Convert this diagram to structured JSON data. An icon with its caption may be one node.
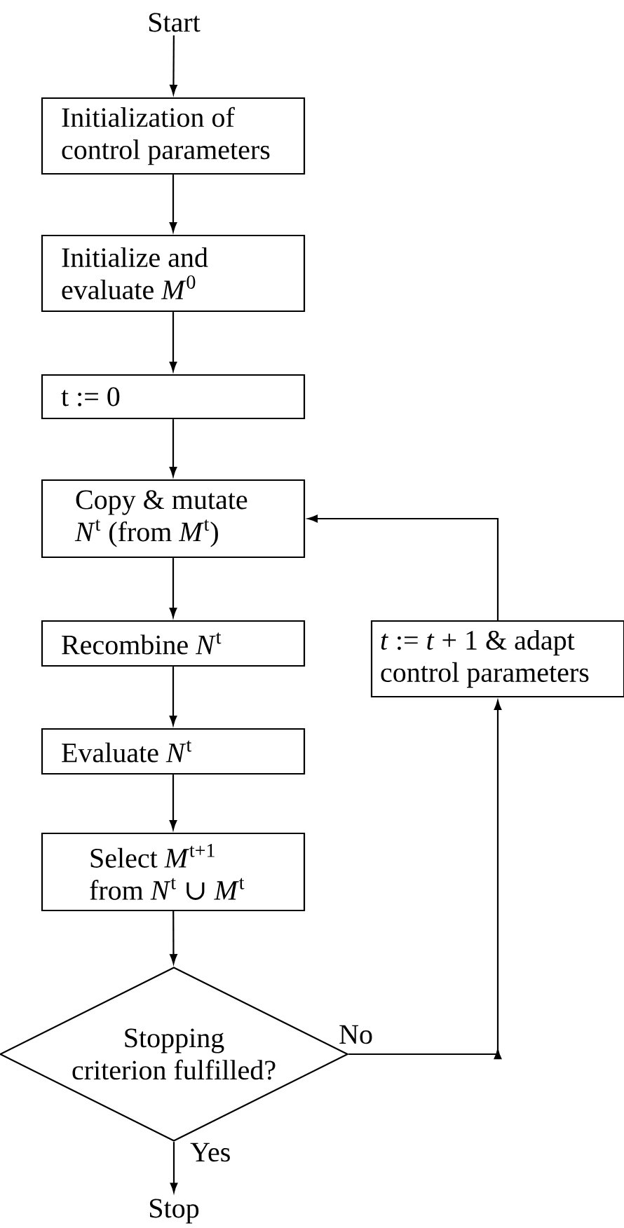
{
  "diagram": {
    "nodes": [
      {
        "text": [
          "Start"
        ]
      },
      {
        "text": [
          "Initialization of control parameters"
        ]
      },
      {
        "text": [
          "Initialize and evaluate *M*$^{0}$"
        ]
      },
      {
        "text": [
          "t := 0"
        ]
      },
      {
        "text": [
          "Copy & mutate *N*$^{t}$ (from *M*$^{t}$)"
        ]
      },
      {
        "text": [
          "Recombine *N*$^{t}$"
        ]
      },
      {
        "text": [
          "*t* := *t* + 1 & adapt control parameters"
        ]
      },
      {
        "text": [
          "Evaluate *N*$^{t}$"
        ]
      },
      {
        "text": [
          "Select *M*$^{t+1}$ from *N*$^{t}$ ∪ *M*$^{t}$"
        ]
      },
      {
        "text": [
          "Stopping criterion fulfilled?"
        ]
      },
      {
        "text": [
          "Stop"
        ]
      }
    ],
    "edges": [
      {
        "from": 0,
        "to": 1,
        "arrow": "to"
      },
      {
        "from": 1,
        "to": 2,
        "arrow": "to"
      },
      {
        "from": 2,
        "to": 3,
        "arrow": "to"
      },
      {
        "from": 3,
        "to": 4,
        "arrow": "to"
      },
      {
        "from": 4,
        "to": 5,
        "arrow": "to"
      },
      {
        "from": 5,
        "to": 7,
        "arrow": "to"
      },
      {
        "from": 7,
        "to": 8,
        "arrow": "to"
      },
      {
        "from": 8,
        "to": 9,
        "arrow": "to"
      },
      {
        "from": 9,
        "to": 6,
        "label": "No",
        "arrow": "to"
      },
      {
        "from": 6,
        "to": 4,
        "arrow": "to"
      },
      {
        "from": 9,
        "to": 10,
        "label": "Yes",
        "arrow": "to"
      }
    ]
  }
}
